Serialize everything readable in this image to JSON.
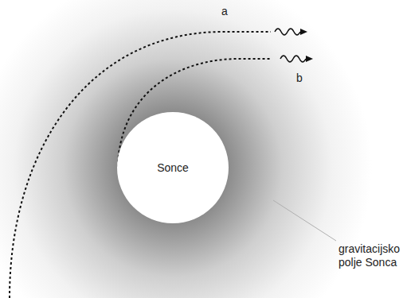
{
  "diagram": {
    "nodes": [
      {
        "text": [
          "Sonce"
        ]
      }
    ],
    "labels": [
      "a",
      "b",
      "gravitacijsko polje Sonca"
    ]
  }
}
